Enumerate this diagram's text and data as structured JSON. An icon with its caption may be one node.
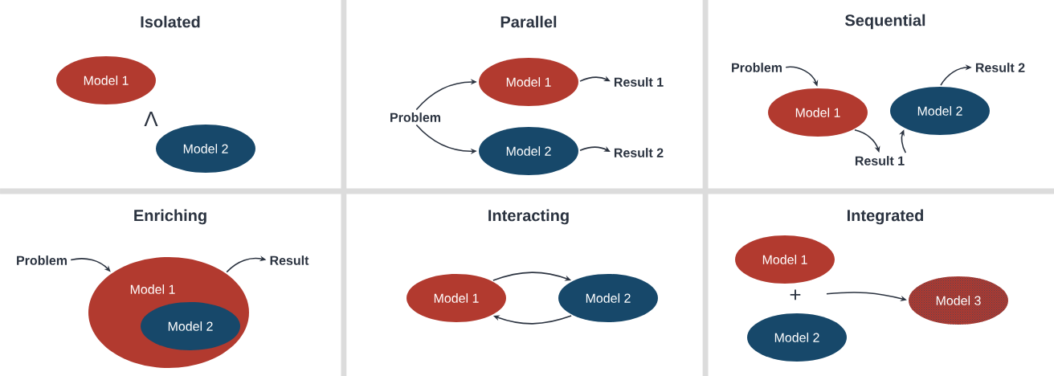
{
  "diagram": {
    "nodes": [
      {
        "text": [
          "Model 1"
        ]
      },
      {
        "text": [
          "Model 2"
        ]
      },
      {
        "text": [
          "Problem"
        ]
      },
      {
        "text": [
          "Model 1"
        ]
      },
      {
        "text": [
          "Result 1"
        ]
      },
      {
        "text": [
          "Model 2"
        ]
      },
      {
        "text": [
          "Result 2"
        ]
      },
      {
        "text": [
          "Problem"
        ]
      },
      {
        "text": [
          "Model 1"
        ]
      },
      {
        "text": [
          "Result 1"
        ]
      },
      {
        "text": [
          "Model 2"
        ]
      },
      {
        "text": [
          "Result 2"
        ]
      },
      {
        "text": [
          "Problem"
        ]
      },
      {
        "text": [
          "Model 1"
        ]
      },
      {
        "text": [
          "Model 2"
        ],
        "in": 13
      },
      {
        "text": [
          "Result"
        ]
      },
      {
        "text": [
          "Model 1"
        ]
      },
      {
        "text": [
          "Model 2"
        ]
      },
      {
        "text": [
          "Model 1"
        ]
      },
      {
        "text": [
          "Model 2"
        ]
      },
      {
        "text": [
          "Model 3"
        ]
      }
    ],
    "edges": [
      {
        "from": 2,
        "to": 3,
        "arrow": "to"
      },
      {
        "from": 2,
        "to": 5,
        "arrow": "to"
      },
      {
        "from": 3,
        "to": 4,
        "arrow": "to"
      },
      {
        "from": 5,
        "to": 6,
        "arrow": "to"
      },
      {
        "from": 7,
        "to": 8,
        "arrow": "to"
      },
      {
        "from": 8,
        "to": 9,
        "arrow": "to"
      },
      {
        "from": 9,
        "to": 10,
        "arrow": "to"
      },
      {
        "from": 10,
        "to": 11,
        "arrow": "to"
      },
      {
        "from": 12,
        "to": 13,
        "arrow": "to"
      },
      {
        "from": 13,
        "to": 15,
        "arrow": "to"
      },
      {
        "from": 16,
        "to": 17,
        "arrow": "to"
      },
      {
        "from": 17,
        "to": 16,
        "arrow": "to"
      },
      {
        "from": null,
        "to": 20,
        "arrow": "to"
      }
    ],
    "labels": [
      "Isolated",
      "Parallel",
      "Sequential",
      "Enriching",
      "Interacting",
      "Integrated",
      "Λ",
      "+"
    ]
  }
}
